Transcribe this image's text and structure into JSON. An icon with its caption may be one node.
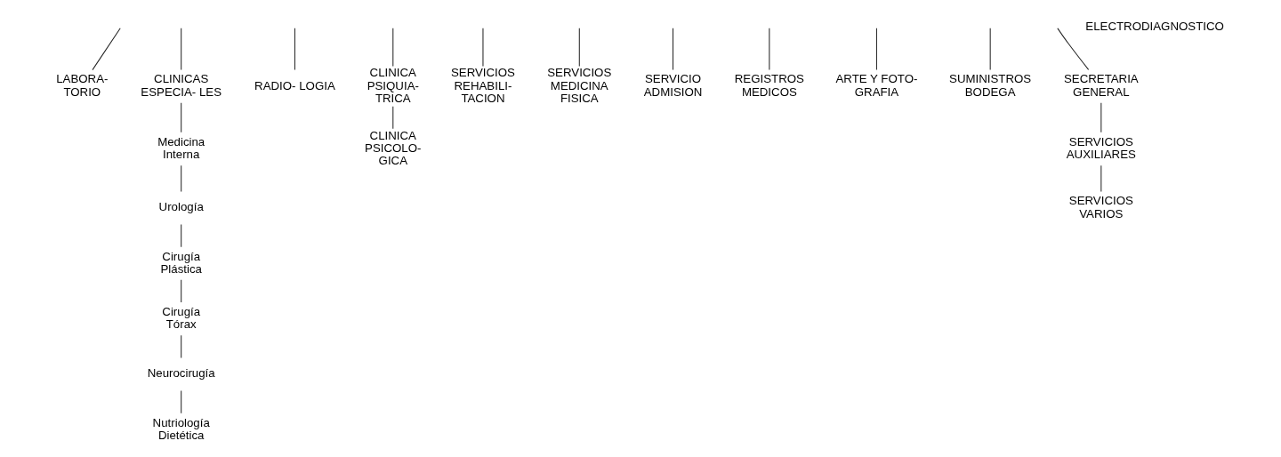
{
  "diagram": {
    "nodes": [
      {
        "text": [
          "LABORA- TORIO"
        ]
      },
      {
        "text": [
          "CLINICAS ESPECIA- LES"
        ]
      },
      {
        "text": [
          "RADIO- LOGIA"
        ]
      },
      {
        "text": [
          "CLINICA PSIQUIA- TRICA"
        ]
      },
      {
        "text": [
          "SERVICIOS REHABILI- TACION"
        ]
      },
      {
        "text": [
          "SERVICIOS MEDICINA FISICA"
        ]
      },
      {
        "text": [
          "SERVICIO ADMISION"
        ]
      },
      {
        "text": [
          "REGISTROS MEDICOS"
        ]
      },
      {
        "text": [
          "ARTE Y FOTO- GRAFIA"
        ]
      },
      {
        "text": [
          "SUMINISTROS BODEGA"
        ]
      },
      {
        "text": [
          "SECRETARIA GENERAL"
        ]
      },
      {
        "text": [
          "Medicina Interna"
        ]
      },
      {
        "text": [
          "CLINICA PSICOLO- GICA"
        ]
      },
      {
        "text": [
          "ELECTRODIAGNOSTICO"
        ]
      },
      {
        "text": [
          "SERVICIOS AUXILIARES"
        ]
      },
      {
        "text": [
          "Urología"
        ]
      },
      {
        "text": [
          "SERVICIOS VARIOS"
        ]
      },
      {
        "text": [
          "Cirugía Plástica"
        ]
      },
      {
        "text": [
          "Cirugía Tórax"
        ]
      },
      {
        "text": [
          "Neurocirugía"
        ]
      },
      {
        "text": [
          "Nutriología Dietética"
        ]
      }
    ],
    "edges": [
      {
        "from": null,
        "to": 0,
        "arrow": "none"
      },
      {
        "from": null,
        "to": 1,
        "arrow": "none"
      },
      {
        "from": null,
        "to": 2,
        "arrow": "none"
      },
      {
        "from": null,
        "to": 3,
        "arrow": "none"
      },
      {
        "from": null,
        "to": 4,
        "arrow": "none"
      },
      {
        "from": null,
        "to": 5,
        "arrow": "none"
      },
      {
        "from": null,
        "to": 6,
        "arrow": "none"
      },
      {
        "from": null,
        "to": 7,
        "arrow": "none"
      },
      {
        "from": null,
        "to": 8,
        "arrow": "none"
      },
      {
        "from": null,
        "to": 9,
        "arrow": "none"
      },
      {
        "from": null,
        "to": 10,
        "arrow": "none"
      },
      {
        "from": 1,
        "to": 11,
        "arrow": "none"
      },
      {
        "from": 11,
        "to": 15,
        "arrow": "none"
      },
      {
        "from": 15,
        "to": 17,
        "arrow": "none"
      },
      {
        "from": 17,
        "to": 18,
        "arrow": "none"
      },
      {
        "from": 18,
        "to": 19,
        "arrow": "none"
      },
      {
        "from": 19,
        "to": 20,
        "arrow": "none"
      },
      {
        "from": 3,
        "to": 12,
        "arrow": "none"
      },
      {
        "from": 10,
        "to": 14,
        "arrow": "none"
      },
      {
        "from": 14,
        "to": 16,
        "arrow": "none"
      }
    ]
  }
}
